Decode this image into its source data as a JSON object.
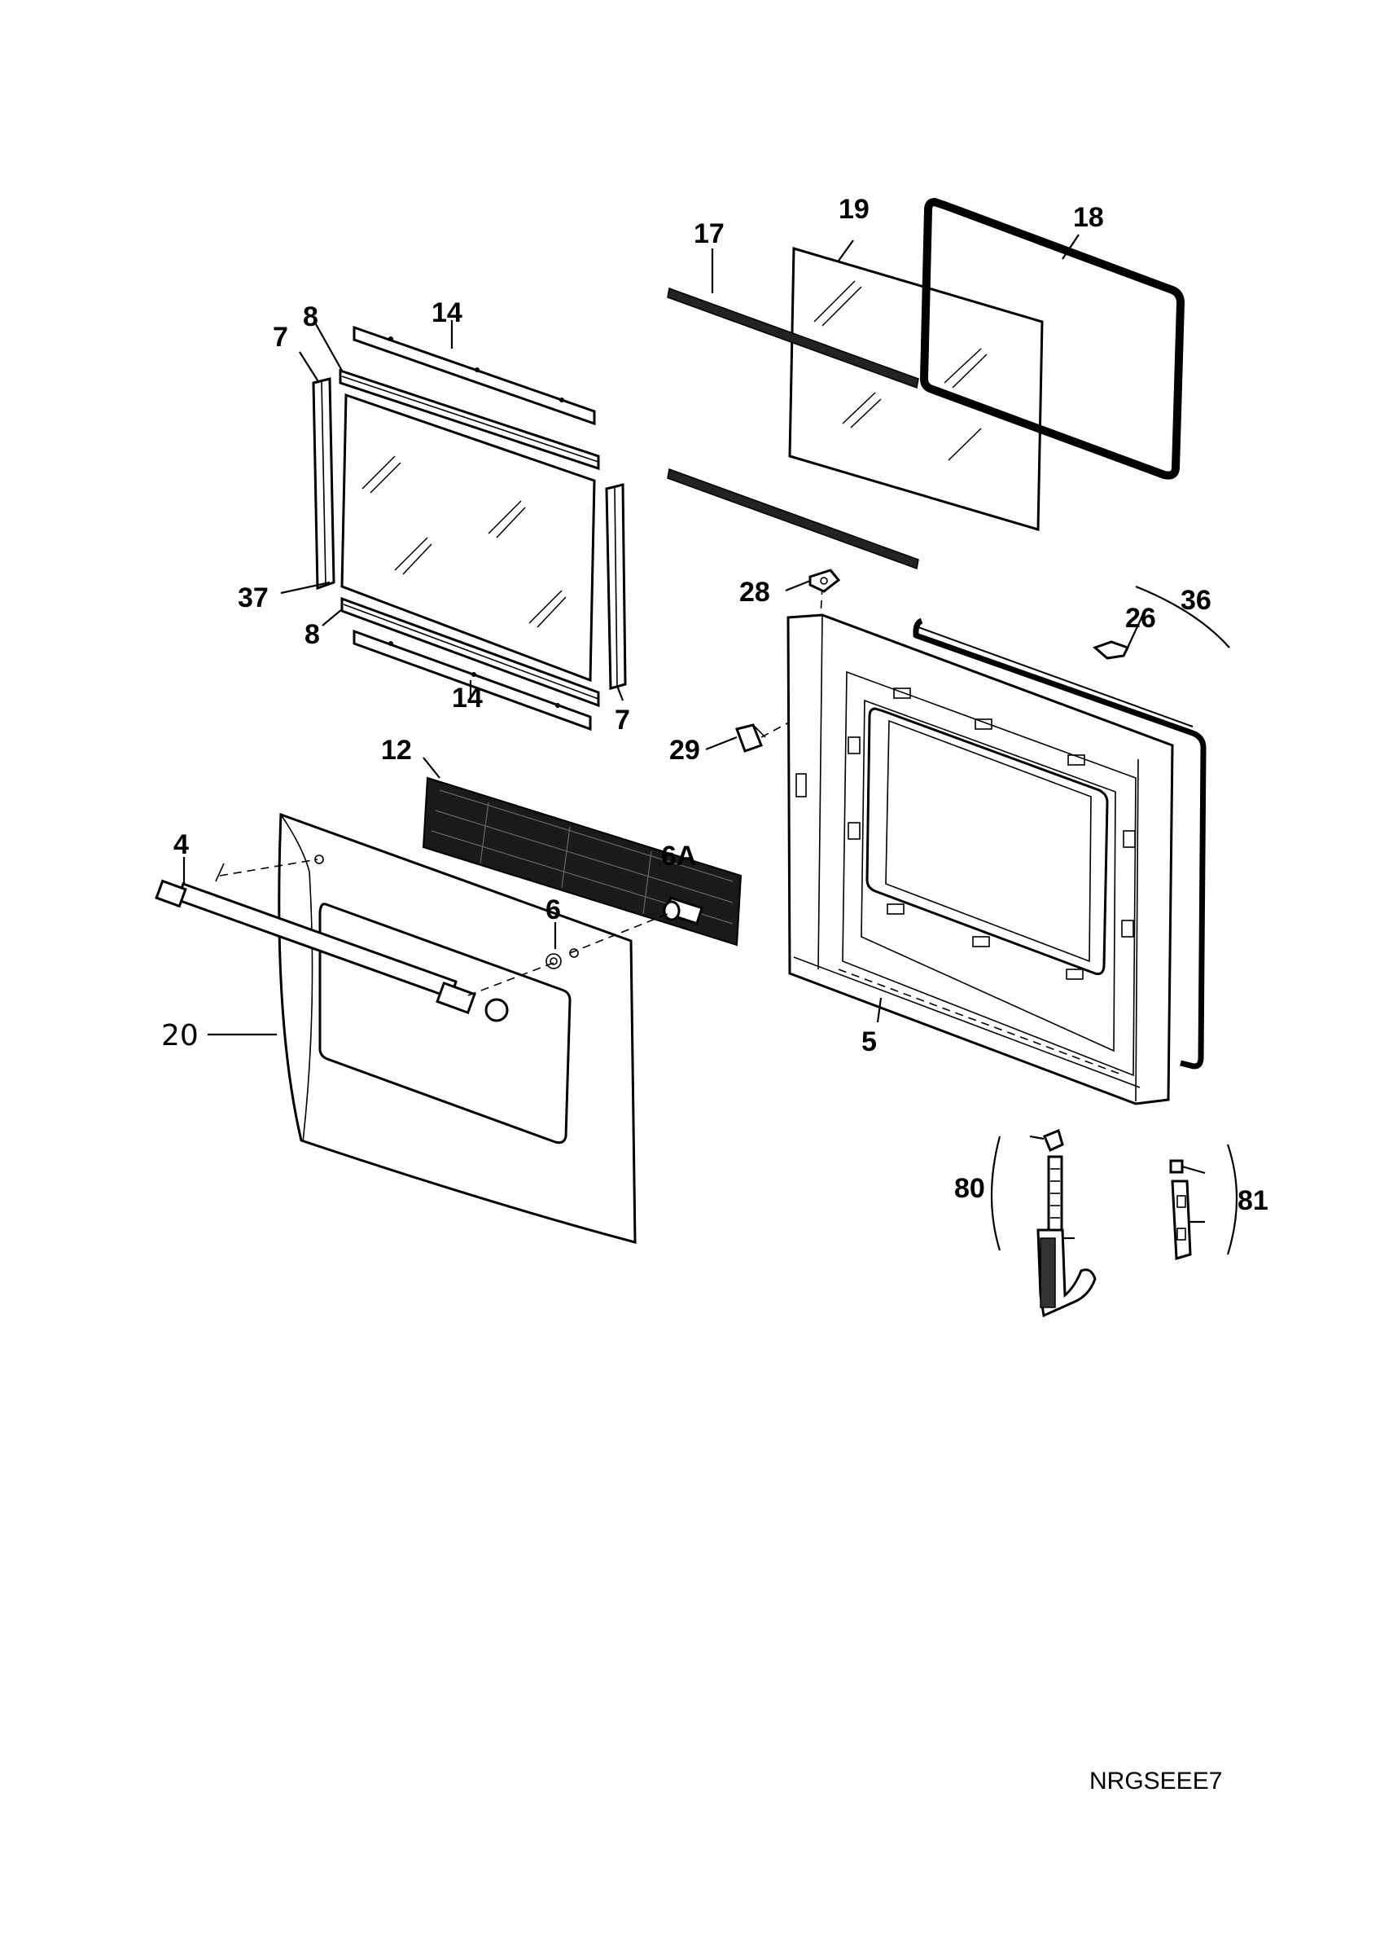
{
  "callouts": {
    "c17": "17",
    "c19": "19",
    "c18": "18",
    "c14a": "14",
    "c8a": "8",
    "c7a": "7",
    "c37": "37",
    "c8b": "8",
    "c14b": "14",
    "c7b": "7",
    "c28": "28",
    "c26": "26",
    "c36": "36",
    "c29": "29",
    "c12": "12",
    "c4": "4",
    "c6A": "6A",
    "c6": "6",
    "c20": "20",
    "c5": "5",
    "c80": "80",
    "c81": "81"
  },
  "drawing_code": "NRGSEEE7"
}
